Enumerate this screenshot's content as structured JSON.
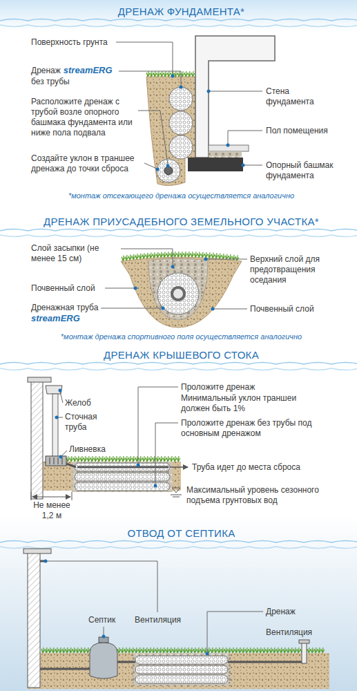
{
  "diagram": {
    "labels": [
      "ДРЕНАЖ ФУНДАМЕНТА*",
      "Поверхность грунта",
      "Дренаж",
      "streamERG",
      "без трубы",
      "Расположите дренаж с трубой возле опорного башмака фундамента или ниже пола подвала",
      "Создайте уклон в траншее дренажа до точки сброса",
      "Стена фундамента",
      "Пол помещения",
      "Опорный башмак фундамента",
      "*монтаж отсекающего дренажа осуществляется аналогично",
      "ДРЕНАЖ ПРИУСАДЕБНОГО ЗЕМЕЛЬНОГО УЧАСТКА*",
      "Слой засыпки (не менее 15 см)",
      "Почвенный слой",
      "Дренажная труба",
      "streamERG",
      "Верхний слой для предотвращения оседания",
      "Почвенный слой",
      "*монтаж дренажа спортивного поля осуществляется аналогично",
      "ДРЕНАЖ КРЫШЕВОГО СТОКА",
      "Желоб",
      "Сточная труба",
      "Ливневка",
      "Не менее 1,2 м",
      "Проложите дренаж",
      "Минимальный уклон траншеи должен быть 1%",
      "Проложите дренаж без трубы под основным дренажом",
      "Труба идет до места сброса",
      "Максимальный уровень сезонного подъема грунтовых вод",
      "ОТВОД ОТ СЕПТИКА",
      "Септик",
      "Вентиляция",
      "Дренаж",
      "Вентиляция"
    ]
  }
}
